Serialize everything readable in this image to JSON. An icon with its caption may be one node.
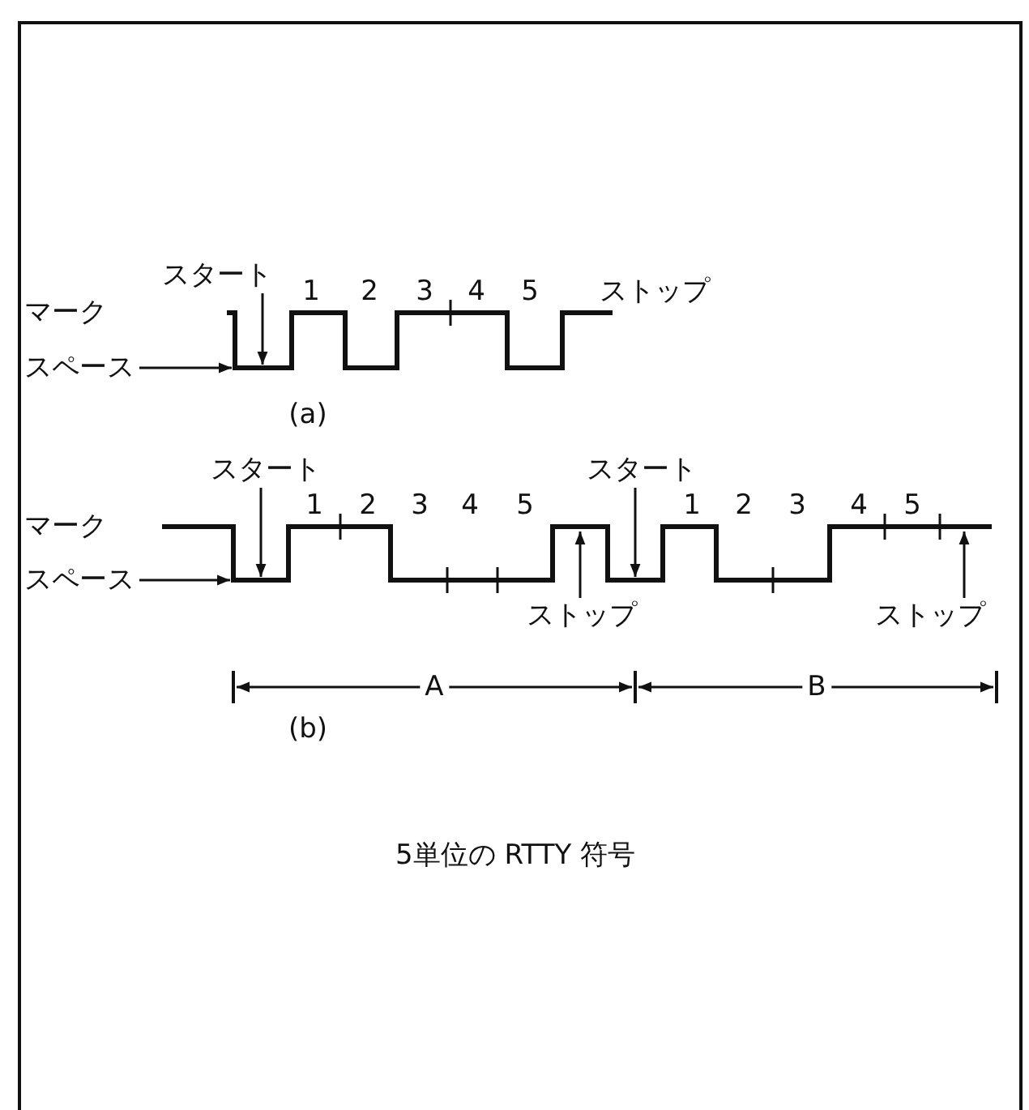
{
  "diagram": {
    "caption": "5単位の RTTY 符号",
    "nodes": [
      {
        "text": [
          "スタート"
        ]
      },
      {
        "text": [
          "スペース"
        ]
      },
      {
        "text": [
          "スタート"
        ]
      },
      {
        "text": [
          "スペース"
        ]
      },
      {
        "text": [
          "ストップ"
        ]
      },
      {
        "text": [
          "スタート"
        ]
      },
      {
        "text": [
          "ストップ"
        ]
      },
      {
        "text": [],
        "shape": "picture"
      },
      {
        "text": [],
        "shape": "picture"
      }
    ],
    "edges": [
      {
        "from": 0,
        "to": 7,
        "arrow": "to"
      },
      {
        "from": 1,
        "to": 7,
        "arrow": "to"
      },
      {
        "from": 2,
        "to": 8,
        "arrow": "to"
      },
      {
        "from": 3,
        "to": 8,
        "arrow": "to"
      },
      {
        "from": 4,
        "to": 8,
        "arrow": "to"
      },
      {
        "from": 5,
        "to": 8,
        "arrow": "to"
      },
      {
        "from": 6,
        "to": 8,
        "arrow": "to"
      }
    ],
    "labels": [
      "マーク",
      "1",
      "2",
      "3",
      "4",
      "5",
      "ストップ",
      "(a)",
      "マーク",
      "1",
      "2",
      "3",
      "4",
      "5",
      "1",
      "2",
      "3",
      "4",
      "5",
      "A",
      "B",
      "(b)"
    ]
  }
}
